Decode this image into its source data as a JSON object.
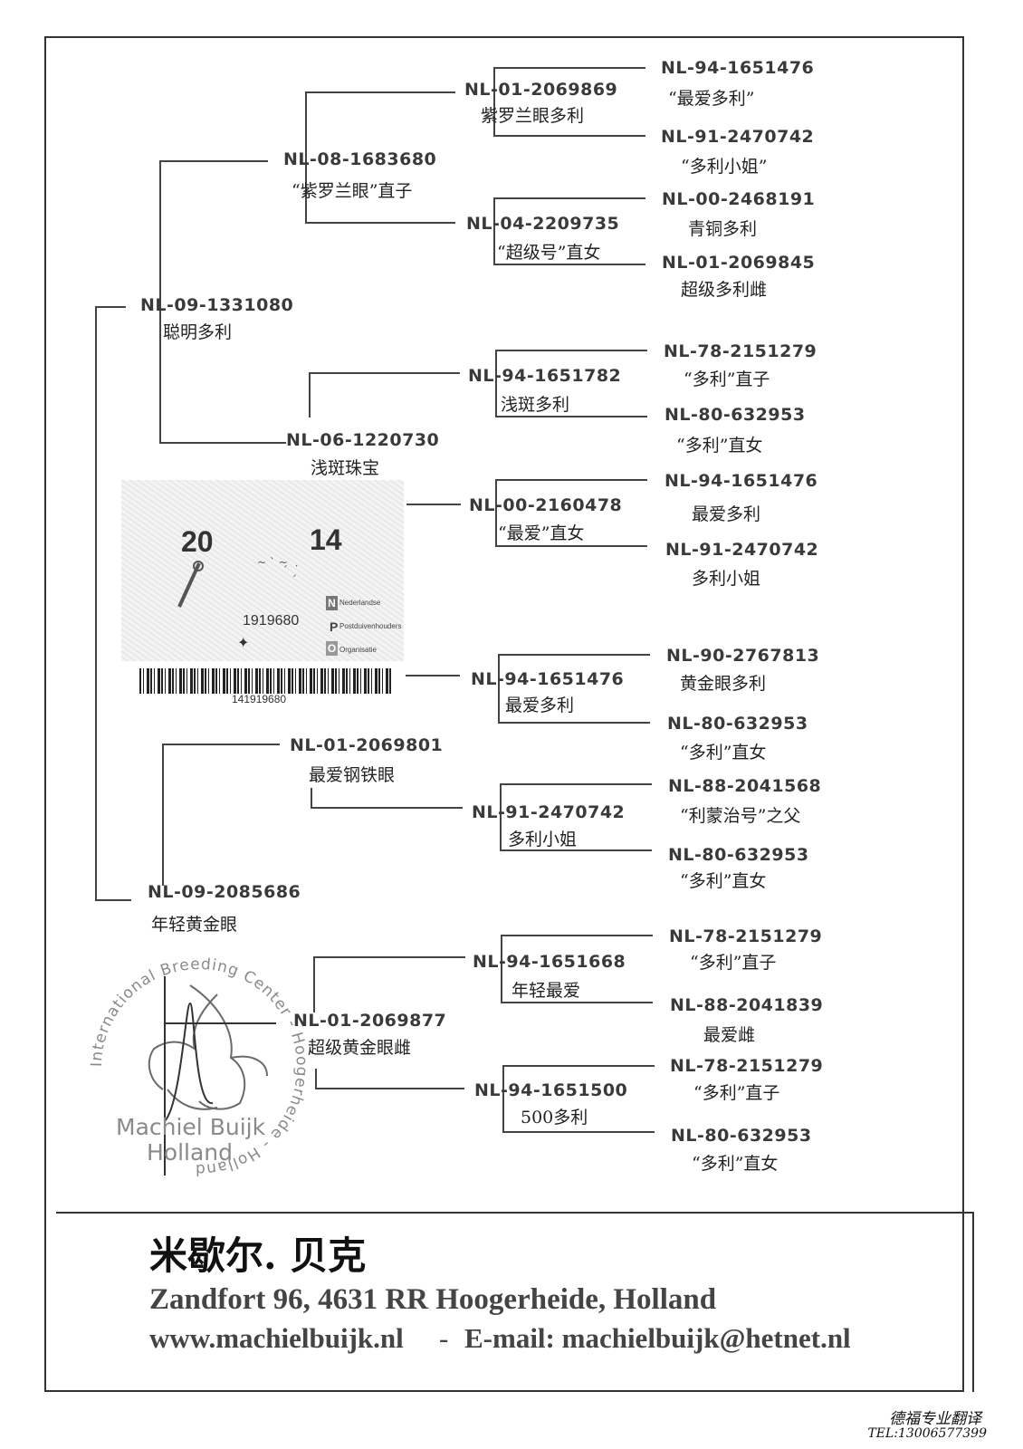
{
  "pedigree": {
    "g1": [
      {
        "ring": "NL-09-1331080",
        "name": "聪明多利"
      },
      {
        "ring": "NL-09-2085686",
        "name": "年轻黄金眼"
      }
    ],
    "g2": [
      {
        "ring": "NL-08-1683680",
        "name": "“紫罗兰眼”直子"
      },
      {
        "ring": "NL-06-1220730",
        "name": "浅斑珠宝"
      },
      {
        "ring": "NL-01-2069801",
        "name": "最爱钢铁眼"
      },
      {
        "ring": "NL-01-2069877",
        "name": "超级黄金眼雌"
      }
    ],
    "g3": [
      {
        "ring": "NL-01-2069869",
        "name": "紫罗兰眼多利"
      },
      {
        "ring": "NL-04-2209735",
        "name": "“超级号”直女"
      },
      {
        "ring": "NL-94-1651782",
        "name": "浅斑多利"
      },
      {
        "ring": "NL-00-2160478",
        "name": "“最爱”直女"
      },
      {
        "ring": "NL-94-1651476",
        "name": "最爱多利"
      },
      {
        "ring": "NL-91-2470742",
        "name": "多利小姐"
      },
      {
        "ring": "NL-94-1651668",
        "name": "年轻最爱"
      },
      {
        "ring": "NL-94-1651500",
        "name": "500多利"
      }
    ],
    "g4": [
      {
        "ring": "NL-94-1651476",
        "name": "“最爱多利”"
      },
      {
        "ring": "NL-91-2470742",
        "name": "“多利小姐”"
      },
      {
        "ring": "NL-00-2468191",
        "name": "青铜多利"
      },
      {
        "ring": "NL-01-2069845",
        "name": "超级多利雌"
      },
      {
        "ring": "NL-78-2151279",
        "name": "“多利”直子"
      },
      {
        "ring": "NL-80-632953",
        "name": "“多利”直女"
      },
      {
        "ring": "NL-94-1651476",
        "name": "最爱多利"
      },
      {
        "ring": "NL-91-2470742",
        "name": "多利小姐"
      },
      {
        "ring": "NL-90-2767813",
        "name": "黄金眼多利"
      },
      {
        "ring": "NL-80-632953",
        "name": "“多利”直女"
      },
      {
        "ring": "NL-88-2041568",
        "name": "“利蒙治号”之父"
      },
      {
        "ring": "NL-80-632953",
        "name": "“多利”直女"
      },
      {
        "ring": "NL-78-2151279",
        "name": "“多利”直子"
      },
      {
        "ring": "NL-88-2041839",
        "name": "最爱雌"
      },
      {
        "ring": "NL-78-2151279",
        "name": "“多利”直子"
      },
      {
        "ring": "NL-80-632953",
        "name": "“多利”直女"
      }
    ]
  },
  "card": {
    "year_left": "20",
    "year_right": "14",
    "number": "1919680",
    "org_lines": [
      "Nederlandse",
      "Postduivenhouders",
      "Organisatie"
    ],
    "org_initials": [
      "N",
      "P",
      "O"
    ],
    "barcode_number": "141919680"
  },
  "stamp": {
    "ring_text": "International Breeding Center - Hoogerheide - Holland",
    "name": "Machiel Buijk",
    "country": "Holland"
  },
  "footer": {
    "owner": "米歇尔. 贝克",
    "address": "Zandfort 96, 4631 RR Hoogerheide, Holland",
    "website": "www.machielbuijk.nl",
    "separator": "-",
    "email": "E-mail: machielbuijk@hetnet.nl"
  },
  "translator": {
    "name": "德福专业翻译",
    "tel": "TEL:13006577399"
  }
}
